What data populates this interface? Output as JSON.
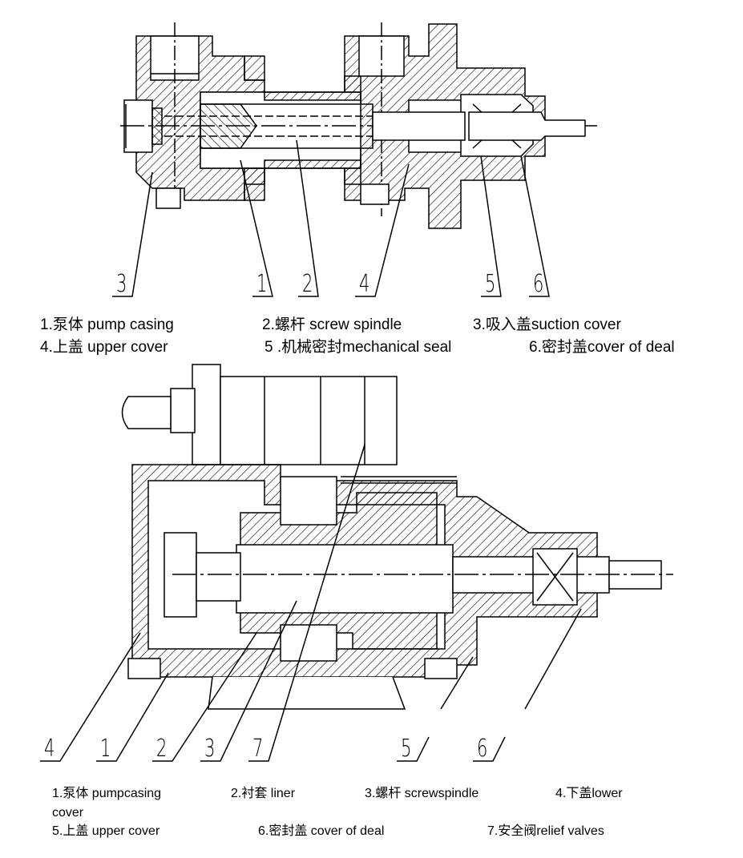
{
  "diagram1": {
    "callouts": [
      "3",
      "1",
      "2",
      "4",
      "5",
      "6"
    ],
    "legend": {
      "item1": "1.泵体  pump casing",
      "item2": "2.螺杆  screw spindle",
      "item3": "3.吸入盖suction cover",
      "item4": "4.上盖  upper  cover",
      "item5": "5 .机械密封mechanical  seal",
      "item6": "6.密封盖cover of  deal"
    }
  },
  "diagram2": {
    "callouts": [
      "4",
      "1",
      "2",
      "3",
      "7",
      "5",
      "6"
    ],
    "legend": {
      "item1": "1.泵体   pumpcasing",
      "item2": "2.衬套   liner",
      "item3": "3.螺杆  screwspindle",
      "item4a": "4.下盖lower",
      "item4b": "cover",
      "item5": "5.上盖      upper  cover",
      "item6": "6.密封盖  cover of  deal",
      "item7": "7.安全阀relief  valves"
    }
  }
}
